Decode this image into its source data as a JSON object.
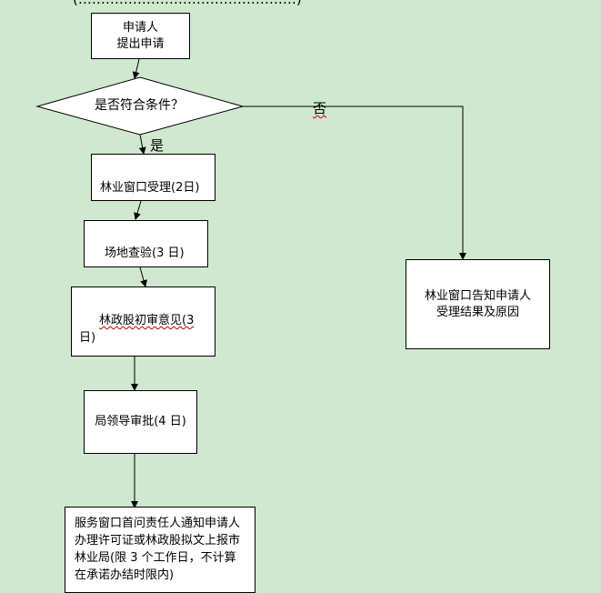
{
  "top_cut_text": "(…………………………………………)",
  "nodes": {
    "apply": {
      "line1": "申请人",
      "line2": "提出申请"
    },
    "decision": "是否符合条件？",
    "accept": "林业窗口受理(2日)",
    "inspect": "场地查验(3 日)",
    "opinion": {
      "line1": "林政股初审意见(3",
      "line2": "日)"
    },
    "approve": "局领导审批(4 日)",
    "notify": "服务窗口首问责任人通知申请人办理许可证或林政股拟文上报市林业局(限 3 个工作日，不计算在承诺办结时限内)",
    "reject": {
      "line1": "林业窗口告知申请人",
      "line2": "受理结果及原因"
    }
  },
  "edges": {
    "yes": "是",
    "no": "否"
  }
}
